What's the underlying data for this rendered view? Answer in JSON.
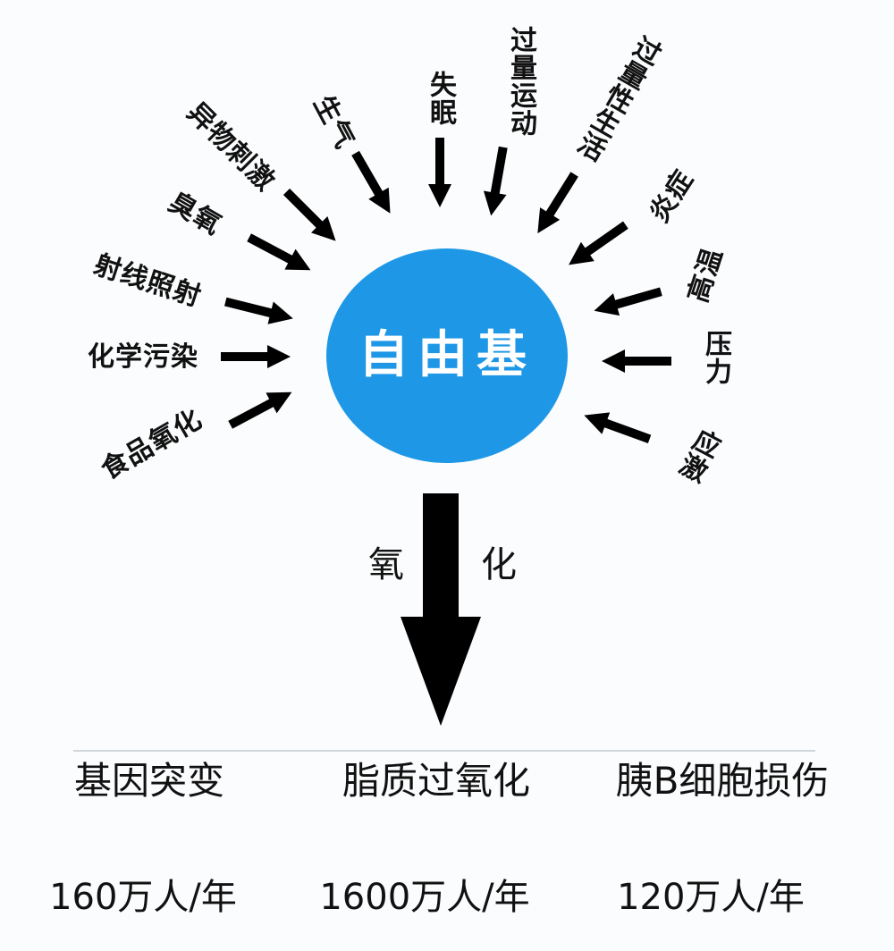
{
  "center": {
    "label": "自由基",
    "color": "#1e98e6"
  },
  "factors": [
    {
      "label": "食品氧化"
    },
    {
      "label": "化学污染"
    },
    {
      "label": "射线照射"
    },
    {
      "label": "臭氧"
    },
    {
      "label": "异物刺激"
    },
    {
      "label": "生气"
    },
    {
      "label": "失眠"
    },
    {
      "label": "过量运动"
    },
    {
      "label": "过量性生活"
    },
    {
      "label": "炎症"
    },
    {
      "label": "高温"
    },
    {
      "label": "压力"
    },
    {
      "label": "应激"
    }
  ],
  "main_arrow": {
    "label_left": "氧",
    "label_right": "化"
  },
  "outcomes": [
    {
      "label": "基因突变",
      "stat": "160万人/年"
    },
    {
      "label": "脂质过氧化",
      "stat": "1600万人/年"
    },
    {
      "label": "胰B细胞损伤",
      "stat": "120万人/年"
    }
  ]
}
